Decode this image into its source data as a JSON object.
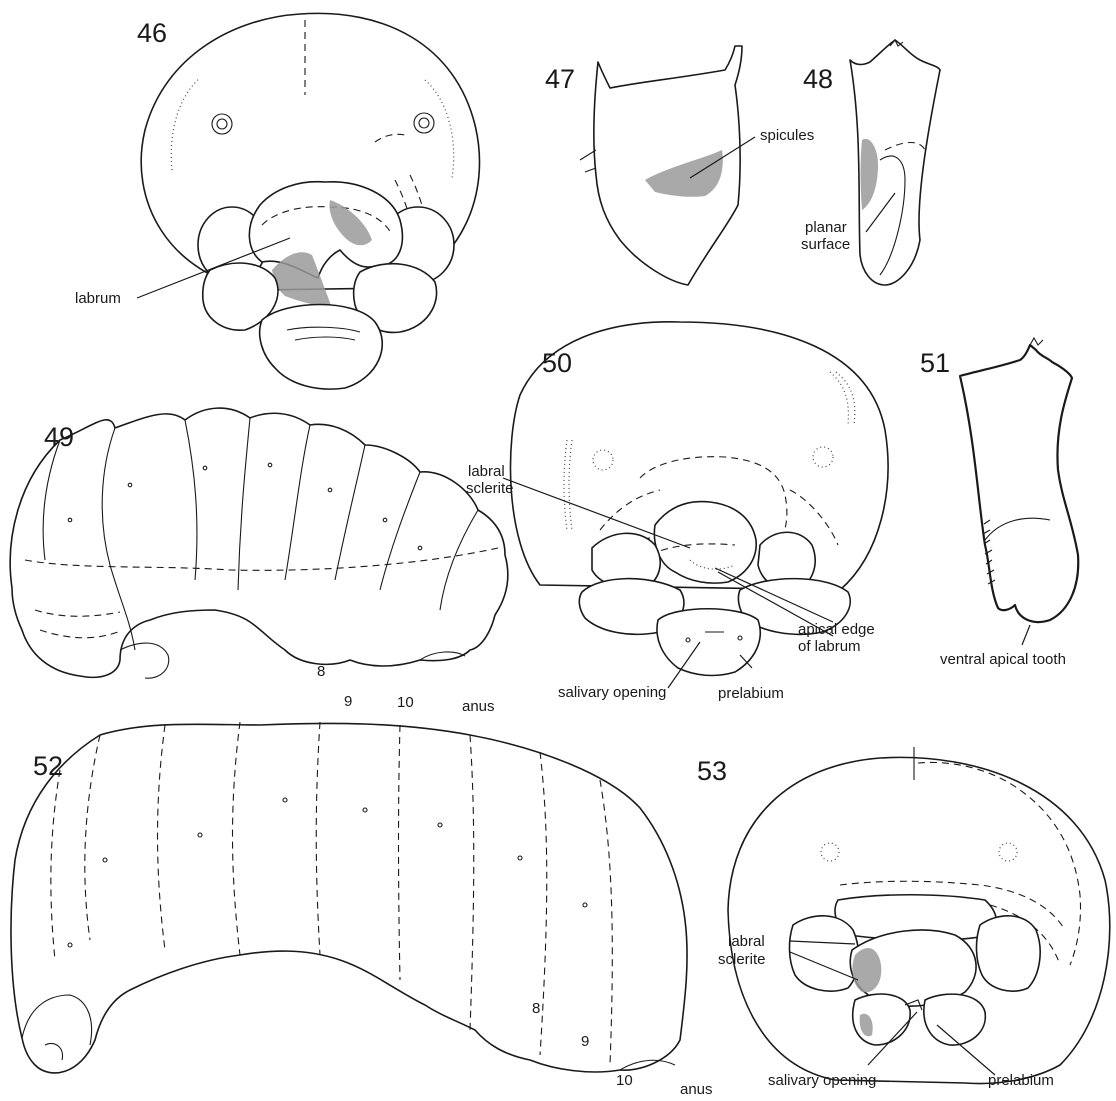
{
  "figures": {
    "f46": {
      "number": "46",
      "labels": {
        "labrum": "labrum"
      }
    },
    "f47": {
      "number": "47",
      "labels": {
        "spicules": "spicules"
      }
    },
    "f48": {
      "number": "48",
      "labels": {
        "planar_1": "planar",
        "planar_2": "surface"
      }
    },
    "f49": {
      "number": "49",
      "labels": {
        "seg8": "8",
        "seg9": "9",
        "seg10": "10",
        "anus": "anus"
      }
    },
    "f50": {
      "number": "50",
      "labels": {
        "labral_1": "labral",
        "labral_2": "sclerite",
        "apical_1": "apical edge",
        "apical_2": "of labrum",
        "salivary": "salivary opening",
        "prelabium": "prelabium"
      }
    },
    "f51": {
      "number": "51",
      "labels": {
        "tooth": "ventral apical tooth"
      }
    },
    "f52": {
      "number": "52",
      "labels": {
        "seg8": "8",
        "seg9": "9",
        "seg10": "10",
        "anus": "anus"
      }
    },
    "f53": {
      "number": "53",
      "labels": {
        "labral_1": "labral",
        "labral_2": "sclerite",
        "salivary": "salivary opening",
        "prelabium": "prelabium"
      }
    }
  }
}
